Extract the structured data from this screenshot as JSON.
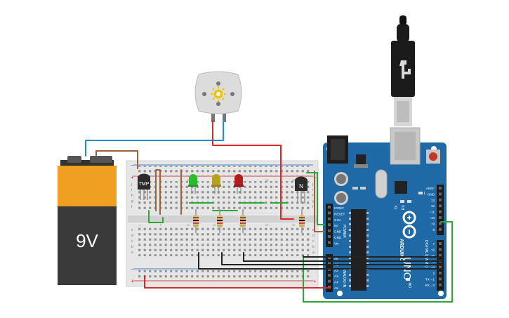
{
  "battery": {
    "label": "9V"
  },
  "sensor": {
    "label": "TMP"
  },
  "transistor": {
    "label": "N"
  },
  "arduino": {
    "brand": "ARDUINO",
    "model": "UNO",
    "power_header_title": "POWER",
    "power_pins": [
      "IOREF",
      "RESET",
      "3.3V",
      "5V",
      "GND",
      "GND",
      "Vin"
    ],
    "analog_header_title": "ANALOG IN",
    "analog_pins": [
      "A0",
      "A1",
      "A2",
      "A3",
      "A4",
      "A5"
    ],
    "digital_top_pins": [
      "AREF",
      "GND",
      "13",
      "12",
      "~11",
      "~10",
      "~9",
      "8"
    ],
    "digital_bottom_pins": [
      "7",
      "~6",
      "~5",
      "4",
      "~3",
      "2",
      "TX→1",
      "RX←0"
    ],
    "digital_header_title": "DIGITAL (PWM~)",
    "led_labels": [
      "TX",
      "RX"
    ],
    "l_label": "L",
    "on_label": "ON"
  },
  "breadboard": {
    "rail_plus": "+",
    "rail_minus": "−",
    "row_letters_top": [
      "j",
      "i",
      "h",
      "g",
      "f"
    ],
    "row_letters_bottom": [
      "e",
      "d",
      "c",
      "b",
      "a"
    ],
    "column_numbers": [
      "1",
      "5",
      "10",
      "15",
      "20",
      "25",
      "30"
    ]
  },
  "colors": {
    "wire_red": "#d42a2a",
    "wire_green": "#2aa83a",
    "wire_blue": "#1e8fd0",
    "wire_brown": "#a0603a",
    "wire_black": "#222222",
    "arduino_blue": "#1f6aa6",
    "led_green": "#2bbd2b",
    "led_yellow": "#b8a11f",
    "led_red": "#b41d1d"
  }
}
